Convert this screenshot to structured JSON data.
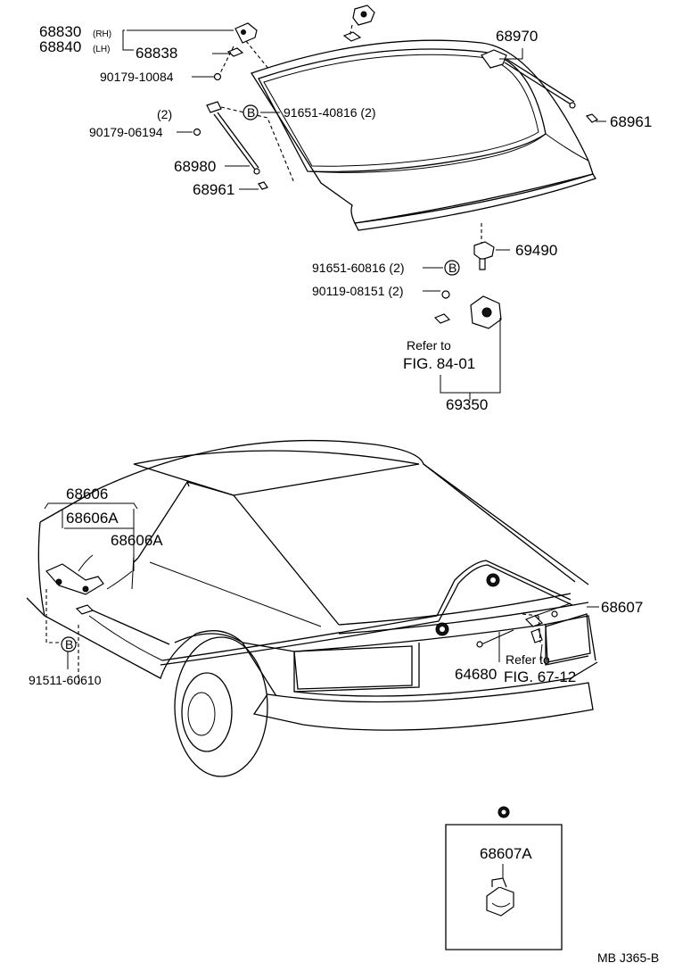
{
  "labels": {
    "p68830": "68830",
    "rh": "(RH)",
    "p68840": "68840",
    "lh": "(LH)",
    "p68838": "68838",
    "p9017910084": "90179-10084",
    "qty2_a": "(2)",
    "p9017906194": "90179-06194",
    "p9165140816": "91651-40816 (2)",
    "p68980": "68980",
    "p68961_left": "68961",
    "p68970": "68970",
    "p68961_right": "68961",
    "p69490": "69490",
    "p9165160816": "91651-60816 (2)",
    "p9011908151": "90119-08151 (2)",
    "refer1_line1": "Refer to",
    "refer1_line2": "FIG. 84-01",
    "p69350": "69350",
    "p68606": "68606",
    "p68606A_1": "68606A",
    "p68606A_2": "68606A",
    "p9151160610": "91511-60610",
    "p68607": "68607",
    "p64680": "64680",
    "refer2_line1": "Refer to",
    "refer2_line2": "FIG. 67-12",
    "p68607A": "68607A",
    "footer": "MB  J365-B",
    "circle_b": "B"
  }
}
